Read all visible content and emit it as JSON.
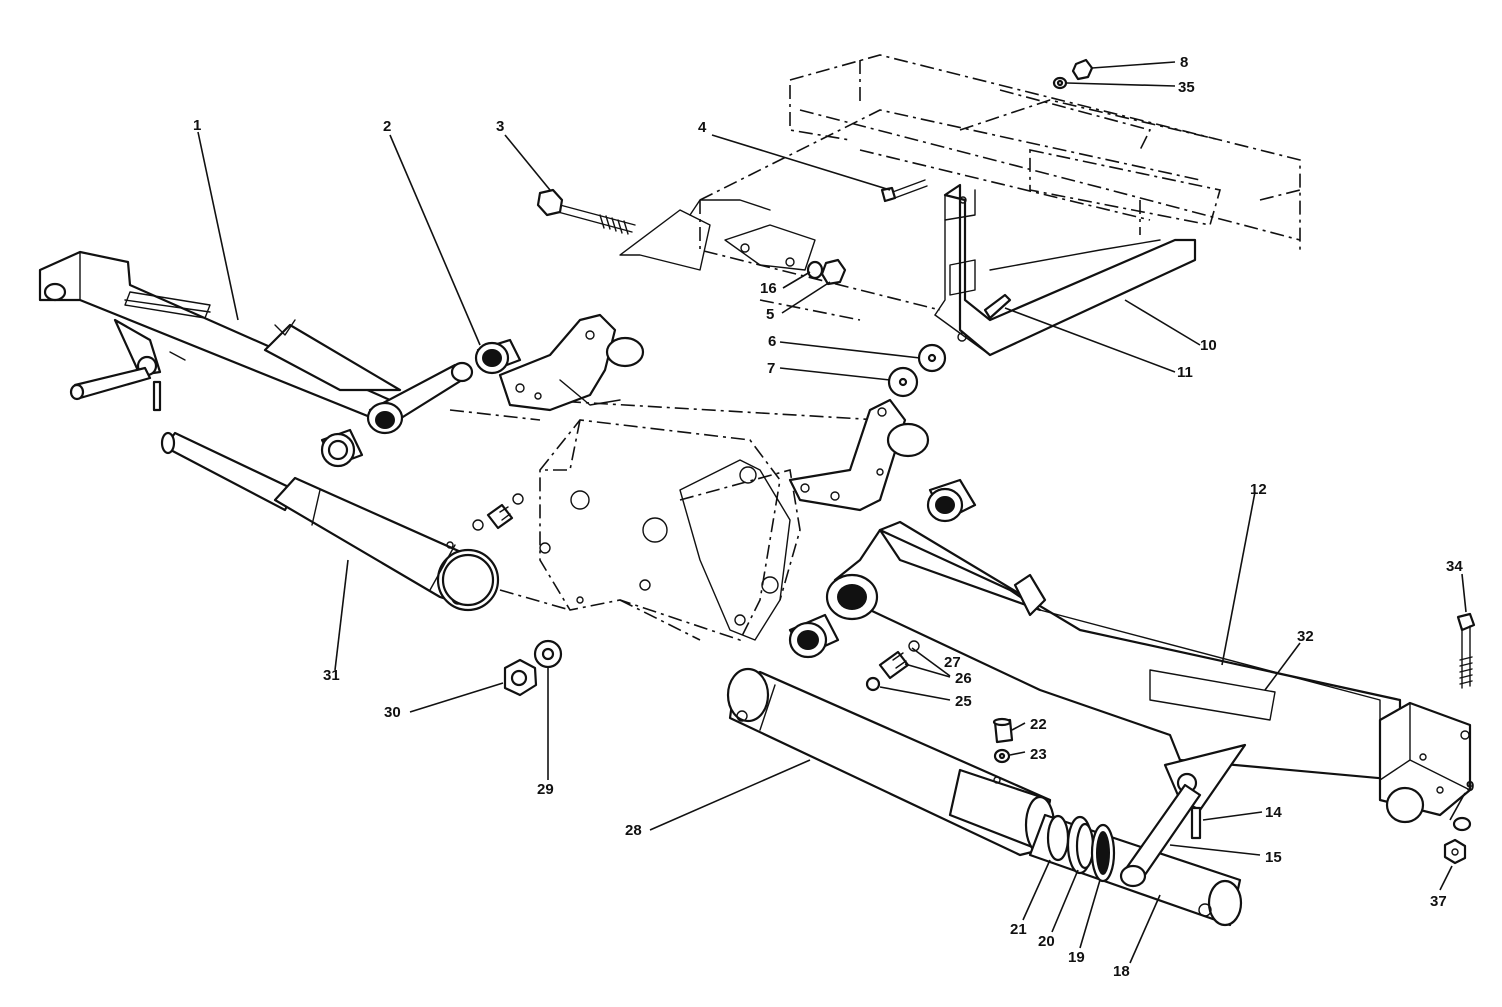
{
  "callouts": [
    {
      "id": "1",
      "label": "1"
    },
    {
      "id": "2",
      "label": "2"
    },
    {
      "id": "3",
      "label": "3"
    },
    {
      "id": "4",
      "label": "4"
    },
    {
      "id": "5",
      "label": "5"
    },
    {
      "id": "6",
      "label": "6"
    },
    {
      "id": "7",
      "label": "7"
    },
    {
      "id": "8",
      "label": "8"
    },
    {
      "id": "9",
      "label": "9"
    },
    {
      "id": "10",
      "label": "10"
    },
    {
      "id": "11",
      "label": "11"
    },
    {
      "id": "12",
      "label": "12"
    },
    {
      "id": "14",
      "label": "14"
    },
    {
      "id": "15",
      "label": "15"
    },
    {
      "id": "16",
      "label": "16"
    },
    {
      "id": "18",
      "label": "18"
    },
    {
      "id": "19",
      "label": "19"
    },
    {
      "id": "20",
      "label": "20"
    },
    {
      "id": "21",
      "label": "21"
    },
    {
      "id": "22",
      "label": "22"
    },
    {
      "id": "23",
      "label": "23"
    },
    {
      "id": "25",
      "label": "25"
    },
    {
      "id": "26",
      "label": "26"
    },
    {
      "id": "27",
      "label": "27"
    },
    {
      "id": "28",
      "label": "28"
    },
    {
      "id": "29",
      "label": "29"
    },
    {
      "id": "30",
      "label": "30"
    },
    {
      "id": "31",
      "label": "31"
    },
    {
      "id": "32",
      "label": "32"
    },
    {
      "id": "34",
      "label": "34"
    },
    {
      "id": "35",
      "label": "35"
    },
    {
      "id": "37",
      "label": "37"
    }
  ]
}
